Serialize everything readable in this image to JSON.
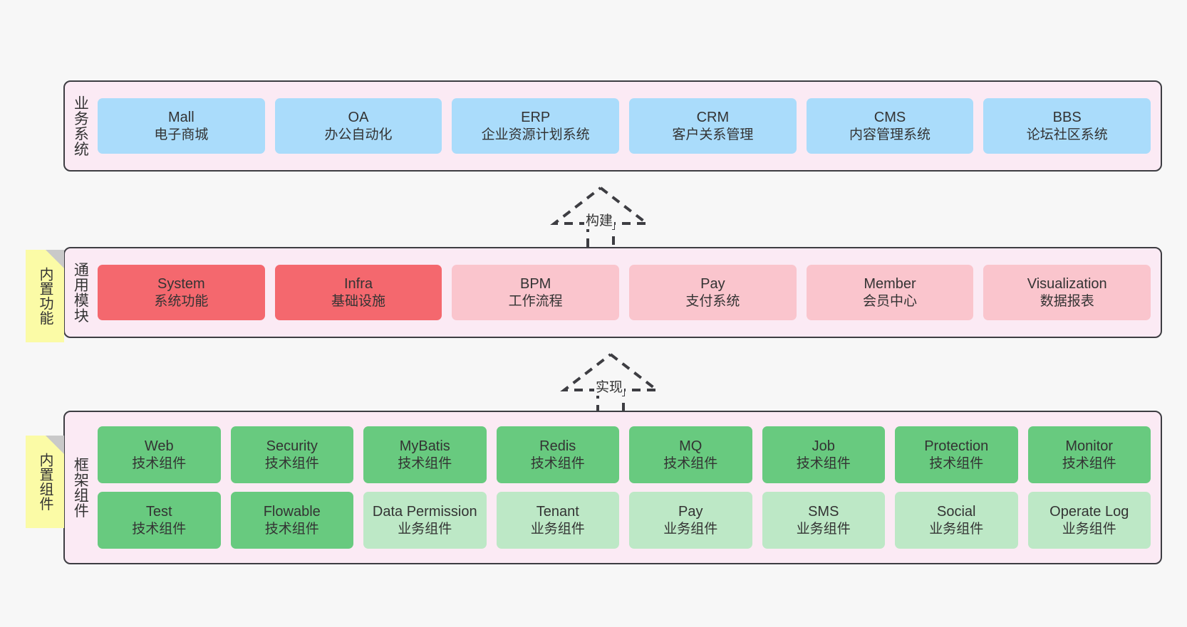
{
  "layers": [
    {
      "id": "business-systems",
      "title": "业务系统",
      "rows": [
        {
          "nodes": [
            {
              "en": "Mall",
              "cn": "电子商城",
              "color": "blue"
            },
            {
              "en": "OA",
              "cn": "办公自动化",
              "color": "blue"
            },
            {
              "en": "ERP",
              "cn": "企业资源计划系统",
              "color": "blue"
            },
            {
              "en": "CRM",
              "cn": "客户关系管理",
              "color": "blue"
            },
            {
              "en": "CMS",
              "cn": "内容管理系统",
              "color": "blue"
            },
            {
              "en": "BBS",
              "cn": "论坛社区系统",
              "color": "blue"
            }
          ]
        }
      ]
    },
    {
      "id": "common-modules",
      "title": "通用模块",
      "rows": [
        {
          "nodes": [
            {
              "en": "System",
              "cn": "系统功能",
              "color": "red"
            },
            {
              "en": "Infra",
              "cn": "基础设施",
              "color": "red"
            },
            {
              "en": "BPM",
              "cn": "工作流程",
              "color": "pink"
            },
            {
              "en": "Pay",
              "cn": "支付系统",
              "color": "pink"
            },
            {
              "en": "Member",
              "cn": "会员中心",
              "color": "pink"
            },
            {
              "en": "Visualization",
              "cn": "数据报表",
              "color": "pink"
            }
          ]
        }
      ]
    },
    {
      "id": "framework-components",
      "title": "框架组件",
      "rows": [
        {
          "nodes": [
            {
              "en": "Web",
              "cn": "技术组件",
              "color": "green"
            },
            {
              "en": "Security",
              "cn": "技术组件",
              "color": "green"
            },
            {
              "en": "MyBatis",
              "cn": "技术组件",
              "color": "green"
            },
            {
              "en": "Redis",
              "cn": "技术组件",
              "color": "green"
            },
            {
              "en": "MQ",
              "cn": "技术组件",
              "color": "green"
            },
            {
              "en": "Job",
              "cn": "技术组件",
              "color": "green"
            },
            {
              "en": "Protection",
              "cn": "技术组件",
              "color": "green"
            },
            {
              "en": "Monitor",
              "cn": "技术组件",
              "color": "green"
            }
          ]
        },
        {
          "nodes": [
            {
              "en": "Test",
              "cn": "技术组件",
              "color": "green"
            },
            {
              "en": "Flowable",
              "cn": "技术组件",
              "color": "green"
            },
            {
              "en": "Data Permission",
              "cn": "业务组件",
              "color": "lgreen",
              "wrap": true
            },
            {
              "en": "Tenant",
              "cn": "业务组件",
              "color": "lgreen"
            },
            {
              "en": "Pay",
              "cn": "业务组件",
              "color": "lgreen"
            },
            {
              "en": "SMS",
              "cn": "业务组件",
              "color": "lgreen"
            },
            {
              "en": "Social",
              "cn": "业务组件",
              "color": "lgreen"
            },
            {
              "en": "Operate Log",
              "cn": "业务组件",
              "color": "lgreen"
            }
          ]
        }
      ]
    }
  ],
  "stickies": [
    {
      "id": "builtin-features",
      "label": "内置功能"
    },
    {
      "id": "builtin-components",
      "label": "内置组件"
    }
  ],
  "arrows": [
    {
      "id": "build-arrow",
      "label": "构建"
    },
    {
      "id": "realize-arrow",
      "label": "实现"
    }
  ],
  "colors": {
    "background": "#f7f7f7",
    "panel": "#fbeaf4",
    "panel_border": "#3d3d42",
    "blue": "#aadcfb",
    "red": "#f4686e",
    "pink": "#fac5cd",
    "green": "#68ca7f",
    "light_green": "#bde8c6",
    "sticky": "#fbfba6",
    "sticky_fold": "#c9c9c9",
    "arrow": "#3d3d42"
  }
}
